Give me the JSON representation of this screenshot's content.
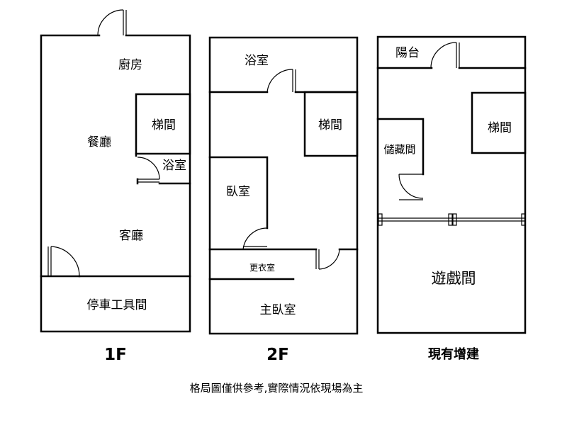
{
  "floor1": {
    "label": "1F",
    "rooms": {
      "kitchen": "廚房",
      "dining": "餐廳",
      "stairs": "梯間",
      "bath": "浴室",
      "living": "客廳",
      "garage": "停車工具間"
    }
  },
  "floor2": {
    "label": "2F",
    "rooms": {
      "bath": "浴室",
      "stairs": "梯間",
      "bedroom": "臥室",
      "closet": "更衣室",
      "master": "主臥室"
    }
  },
  "floor3": {
    "label": "現有增建",
    "rooms": {
      "balcony": "陽台",
      "storage": "儲藏間",
      "stairs": "梯間",
      "playroom": "遊戲間"
    }
  },
  "note": "格局圖僅供參考,實際情況依現場為主"
}
